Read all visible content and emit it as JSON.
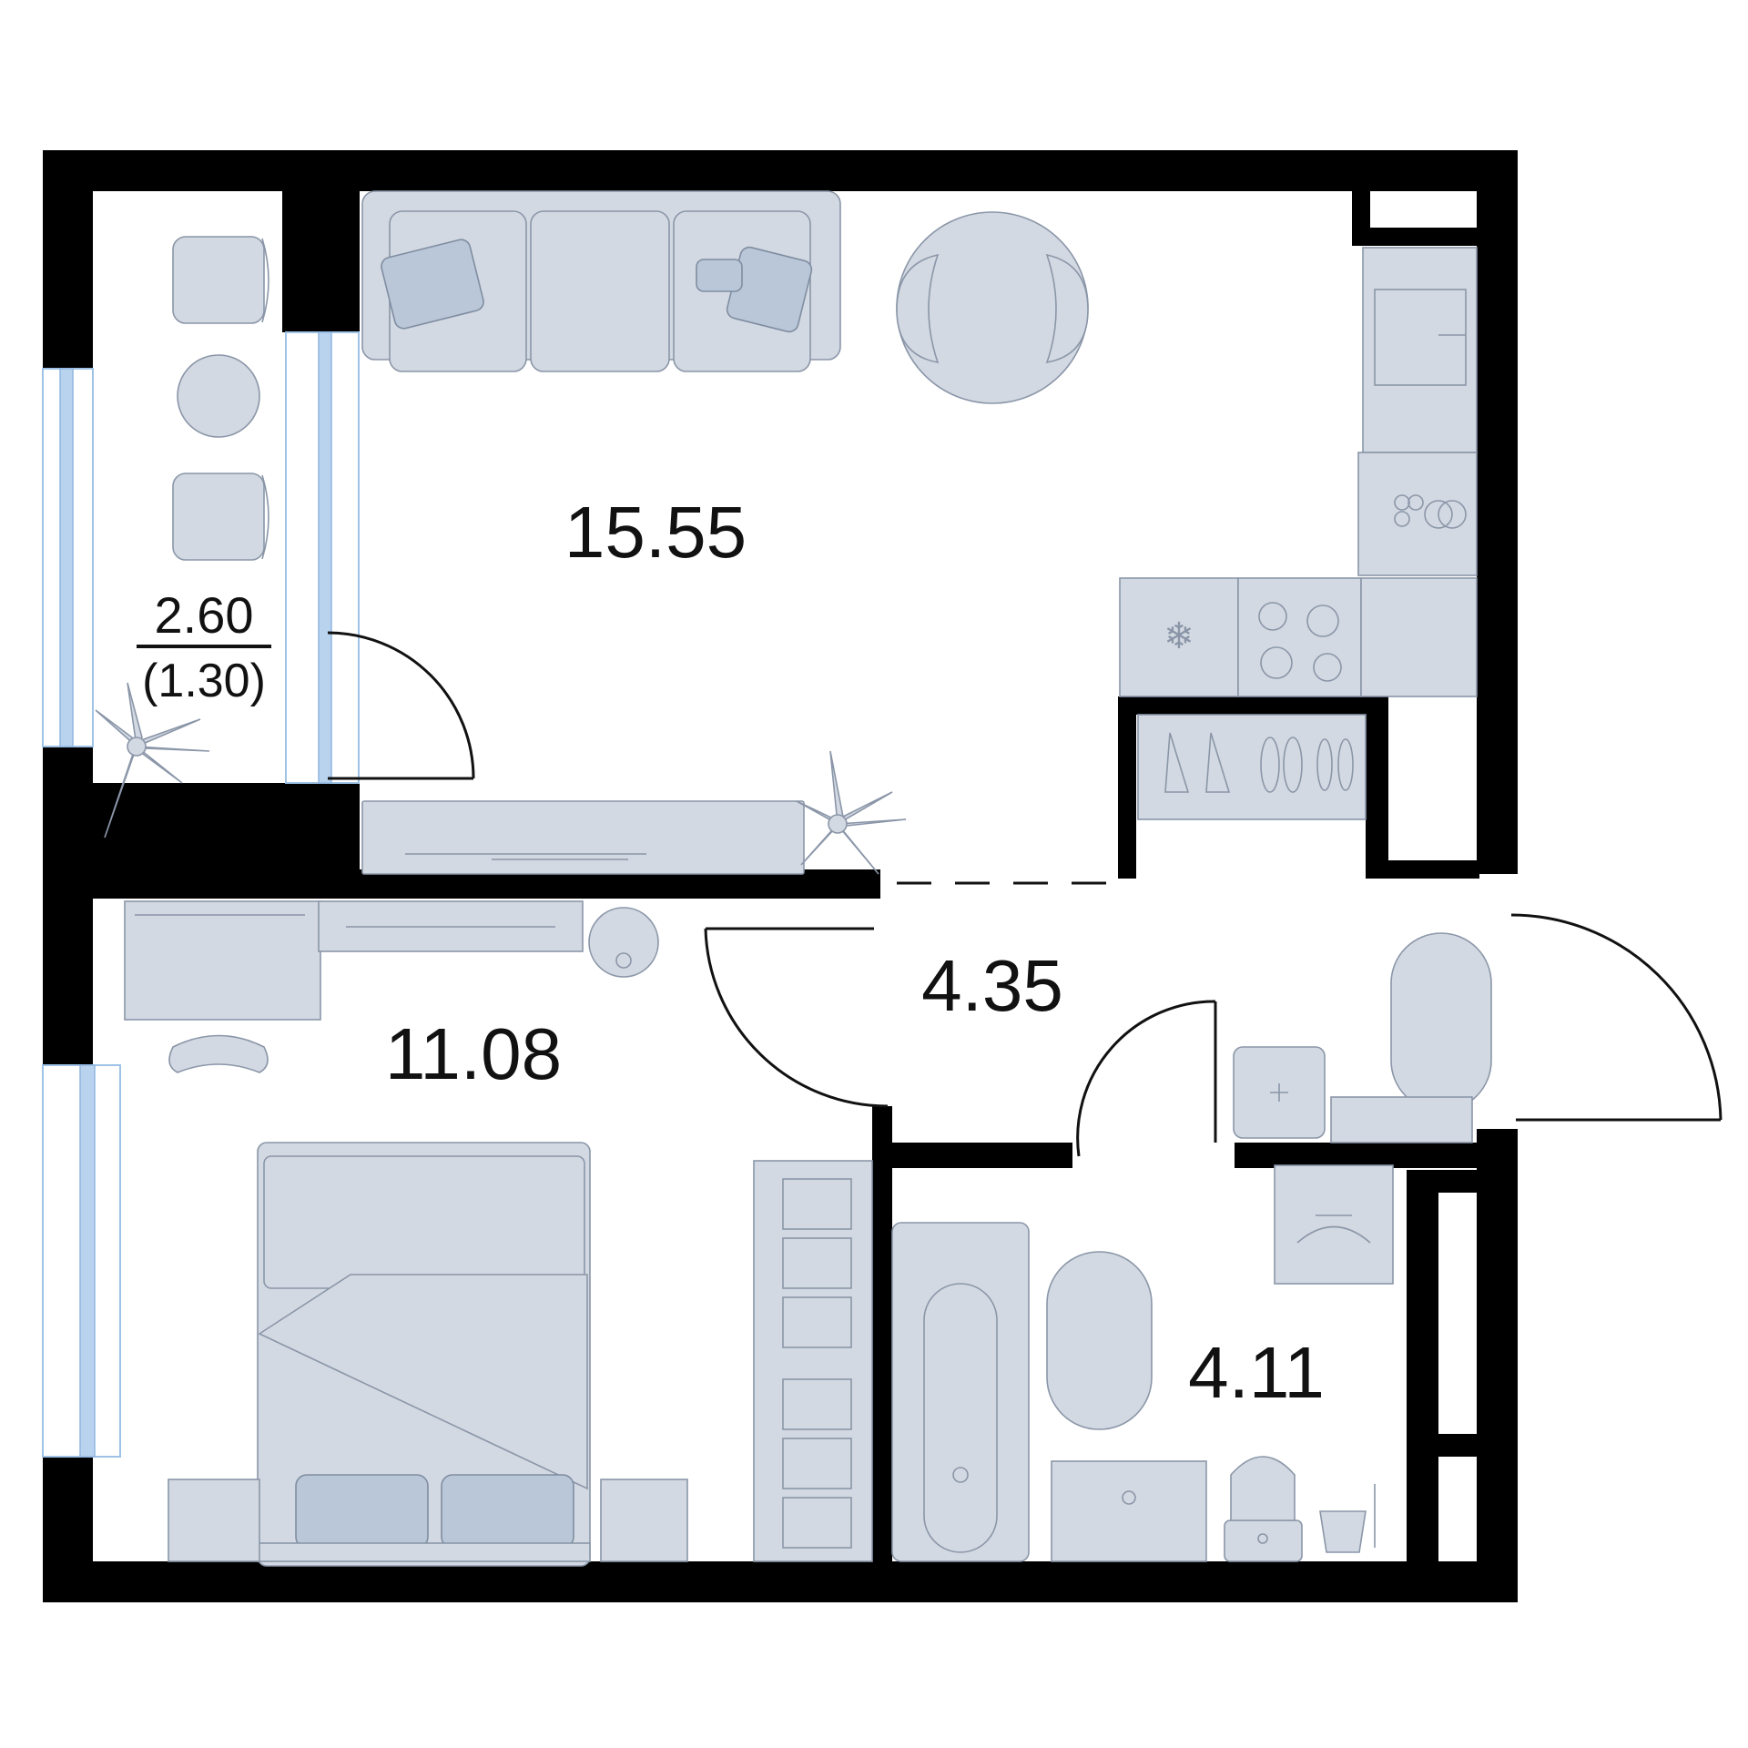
{
  "plan": {
    "rooms": [
      {
        "id": "living-kitchen",
        "area": "15.55"
      },
      {
        "id": "bedroom",
        "area": "11.08"
      },
      {
        "id": "hallway",
        "area": "4.35"
      },
      {
        "id": "bathroom",
        "area": "4.11"
      },
      {
        "id": "balcony",
        "area": "2.60",
        "reduced_area": "(1.30)"
      }
    ]
  },
  "colors": {
    "wall": "#000000",
    "furniture": "#d3d9e2",
    "furniture_stroke": "#8a96a8",
    "cushion": "#b9c7d8",
    "glass": "#9fc3e6",
    "background": "#ffffff"
  },
  "icons": [
    "sofa-icon",
    "dining-table-icon",
    "kitchen-sink-icon",
    "oven-icon",
    "fridge-icon",
    "cooktop-icon",
    "wardrobe-icon",
    "desk-icon",
    "robot-vacuum-icon",
    "bed-icon",
    "dresser-icon",
    "bathtub-icon",
    "washbasin-icon",
    "toilet-icon",
    "washing-machine-icon",
    "plant-icon",
    "bistro-table-icon"
  ]
}
